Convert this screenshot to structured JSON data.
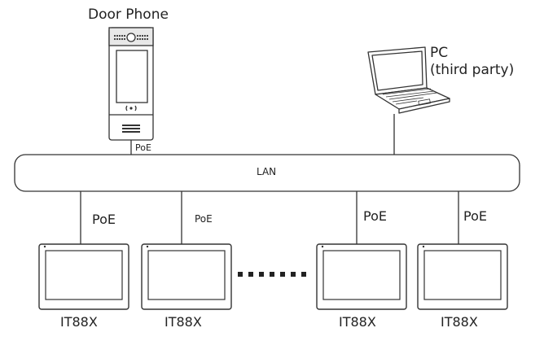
{
  "door_phone": {
    "label": "Door Phone",
    "poe_label": "PoE",
    "icon": "door-phone-icon"
  },
  "pc": {
    "label_line1": "PC",
    "label_line2": "(third party)",
    "icon": "laptop-icon"
  },
  "lan": {
    "label": "LAN"
  },
  "links": [
    {
      "poe_label": "PoE"
    },
    {
      "poe_label": "PoE"
    },
    {
      "poe_label": "PoE"
    },
    {
      "poe_label": "PoE"
    }
  ],
  "devices": [
    {
      "label": "IT88X",
      "icon": "indoor-monitor-icon"
    },
    {
      "label": "IT88X",
      "icon": "indoor-monitor-icon"
    },
    {
      "label": "IT88X",
      "icon": "indoor-monitor-icon"
    },
    {
      "label": "IT88X",
      "icon": "indoor-monitor-icon"
    }
  ],
  "colors": {
    "line": "#333333",
    "device_fill": "#ffffff"
  }
}
